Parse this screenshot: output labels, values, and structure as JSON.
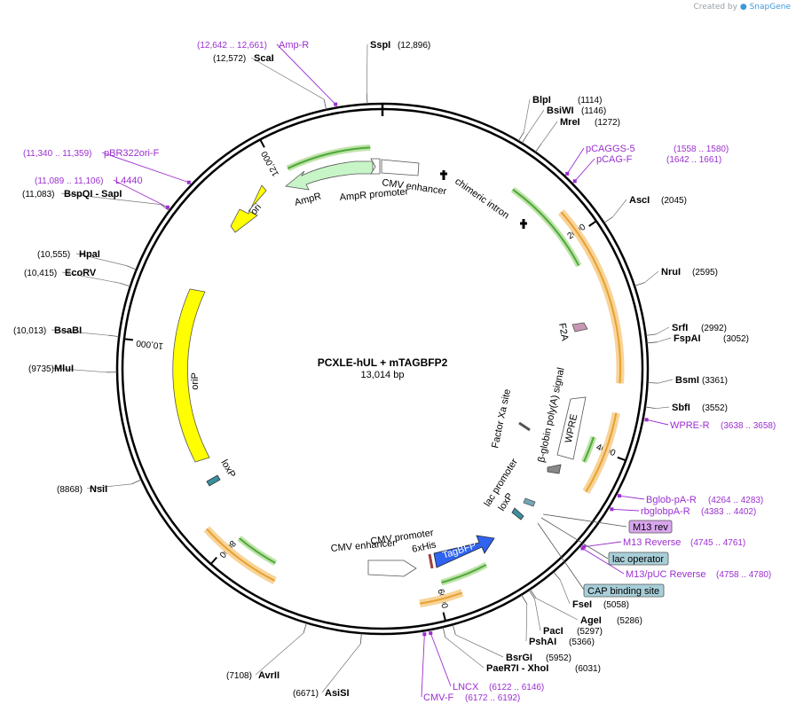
{
  "credit": {
    "prefix": "Created by",
    "brand": "SnapGene"
  },
  "plasmid": {
    "name": "PCXLE-hUL + mTAGBFP2",
    "length_label": "13,014 bp",
    "length": 13014
  },
  "ticks": [
    "2000",
    "4000",
    "6000",
    "8000",
    "10,000",
    "12,000"
  ],
  "enzymes": [
    {
      "name": "SspI",
      "pos": "(12,896)",
      "value": 12896
    },
    {
      "name": "BlpI",
      "pos": "(1114)",
      "value": 1114
    },
    {
      "name": "BsiWI",
      "pos": "(1146)",
      "value": 1146
    },
    {
      "name": "MreI",
      "pos": "(1272)",
      "value": 1272
    },
    {
      "name": "AscI",
      "pos": "(2045)",
      "value": 2045
    },
    {
      "name": "NruI",
      "pos": "(2595)",
      "value": 2595
    },
    {
      "name": "SrfI",
      "pos": "(2992)",
      "value": 2992
    },
    {
      "name": "FspAI",
      "pos": "(3052)",
      "value": 3052
    },
    {
      "name": "BsmI",
      "pos": "(3361)",
      "value": 3361
    },
    {
      "name": "SbfI",
      "pos": "(3552)",
      "value": 3552
    },
    {
      "name": "FseI",
      "pos": "(5058)",
      "value": 5058
    },
    {
      "name": "AgeI",
      "pos": "(5286)",
      "value": 5286
    },
    {
      "name": "PacI",
      "pos": "(5297)",
      "value": 5297
    },
    {
      "name": "PshAI",
      "pos": "(5366)",
      "value": 5366
    },
    {
      "name": "BsrGI",
      "pos": "(5952)",
      "value": 5952
    },
    {
      "name": "PaeR7I - XhoI",
      "pos": "(6031)",
      "value": 6031
    },
    {
      "name": "AsiSI",
      "pos": "(6671)",
      "value": 6671
    },
    {
      "name": "AvrII",
      "pos": "(7108)",
      "value": 7108
    },
    {
      "name": "NsiI",
      "pos": "(8868)",
      "value": 8868
    },
    {
      "name": "MluI",
      "pos": "(9735)",
      "value": 9735
    },
    {
      "name": "BsaBI",
      "pos": "(10,013)",
      "value": 10013
    },
    {
      "name": "EcoRV",
      "pos": "(10,415)",
      "value": 10415
    },
    {
      "name": "HpaI",
      "pos": "(10,555)",
      "value": 10555
    },
    {
      "name": "BspQI - SapI",
      "pos": "(11,083)",
      "value": 11083
    },
    {
      "name": "ScaI",
      "pos": "(12,572)",
      "value": 12572
    }
  ],
  "primers": [
    {
      "name": "Amp-R",
      "pos": "(12,642 .. 12,661)",
      "value": 12651
    },
    {
      "name": "pCAGGS-5",
      "pos": "(1558 .. 1580)",
      "value": 1569
    },
    {
      "name": "pCAG-F",
      "pos": "(1642 .. 1661)",
      "value": 1651
    },
    {
      "name": "WPRE-R",
      "pos": "(3638 .. 3658)",
      "value": 3648
    },
    {
      "name": "Bglob-pA-R",
      "pos": "(4264 .. 4283)",
      "value": 4273
    },
    {
      "name": "rbglobpA-R",
      "pos": "(4383 .. 4402)",
      "value": 4392
    },
    {
      "name": "M13 Reverse",
      "pos": "(4745 .. 4761)",
      "value": 4753
    },
    {
      "name": "M13/pUC Reverse",
      "pos": "(4758 .. 4780)",
      "value": 4769
    },
    {
      "name": "LNCX",
      "pos": "(6122 .. 6146)",
      "value": 6134
    },
    {
      "name": "CMV-F",
      "pos": "(6172 .. 6192)",
      "value": 6182
    },
    {
      "name": "L4440",
      "pos": "(11,089 .. 11,106)",
      "value": 11097
    },
    {
      "name": "pBR322ori-F",
      "pos": "(11,340 .. 11,359)",
      "value": 11349
    }
  ],
  "boxed_features": [
    {
      "name": "M13 rev",
      "color": "#d9a6ee"
    },
    {
      "name": "lac operator",
      "color": "#a8cfd9"
    },
    {
      "name": "CAP binding site",
      "color": "#a8cfd9"
    }
  ],
  "features": {
    "cmv_enhancer_top": "CMV enhancer",
    "chimeric_intron": "chimeric intron",
    "ampr_promoter": "AmpR promoter",
    "ampr": "AmpR",
    "ori": "ori",
    "orip": "oriP",
    "loxp_left": "loxP",
    "f2a": "F2A",
    "beta_globin": "β-globin poly(A) signal",
    "wpre": "WPRE",
    "factor_xa": "Factor Xa site",
    "lac_promoter": "lac promoter",
    "loxp_right": "loxP",
    "cmv_promoter": "CMV promoter",
    "sixhis": "6xHis",
    "cmv_enhancer_bottom": "CMV enhancer",
    "tagbfp": "TagBFP"
  },
  "colors": {
    "ampr": "#c8f5c8",
    "ori_orip": "#ffff00",
    "tagbfp": "#2f64f0",
    "orange_arc": "#e8a030",
    "green_arc": "#4da83a",
    "primer": "#9b2fd0"
  }
}
